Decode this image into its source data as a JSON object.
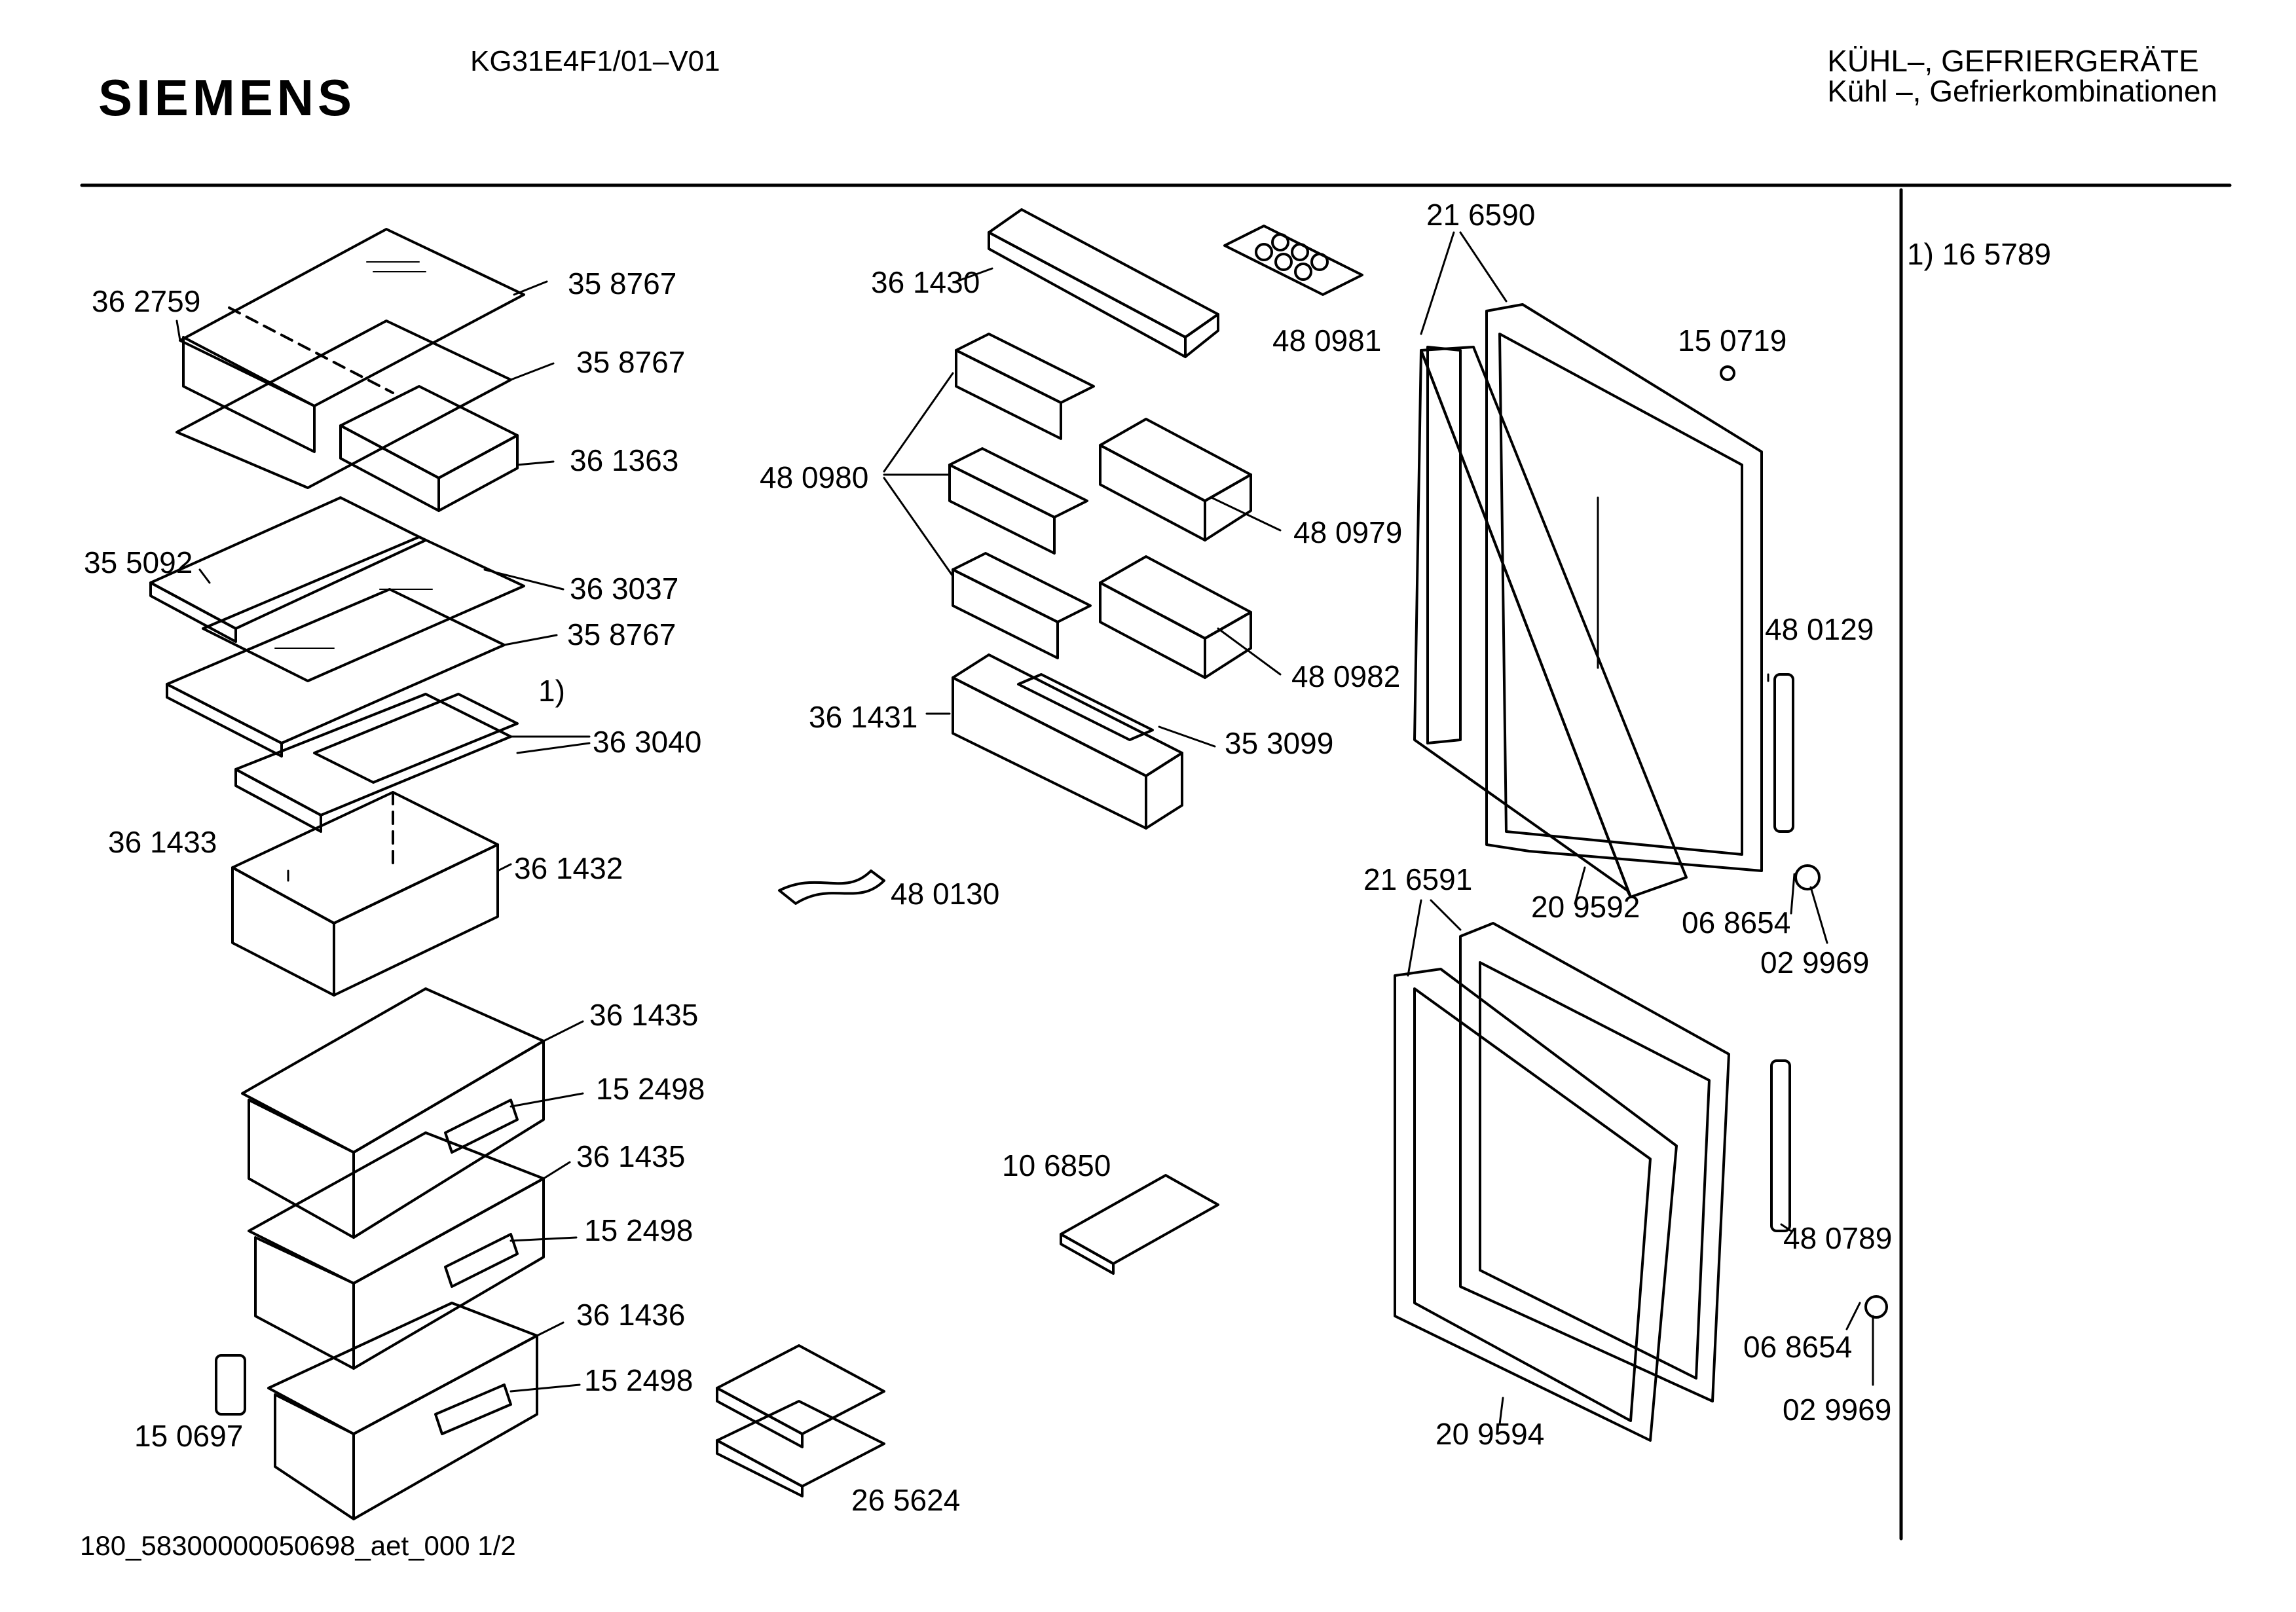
{
  "header": {
    "brand": "SIEMENS",
    "model": "KG31E4F1/01–V01",
    "category_line1": "KÜHL–, GEFRIERGERÄTE",
    "category_line2": "Kühl –, Gefrierkombinationen"
  },
  "footnote": "1)  16 5789",
  "footer": "180_58300000050698_aet_000 1/2",
  "parts": {
    "p362759": "36 2759",
    "p358767_a": "35 8767",
    "p358767_b": "35 8767",
    "p361363": "36 1363",
    "p355092": "35 5092",
    "p363037": "36 3037",
    "p358767_c": "35 8767",
    "p1": "1)",
    "p363040": "36 3040",
    "p361433": "36 1433",
    "p361432": "36 1432",
    "p361435_a": "36 1435",
    "p152498_a": "15 2498",
    "p361435_b": "36 1435",
    "p152498_b": "15 2498",
    "p361436": "36 1436",
    "p152498_c": "15 2498",
    "p150697": "15 0697",
    "p361430": "36 1430",
    "p480981": "48 0981",
    "p480980": "48 0980",
    "p480979": "48 0979",
    "p480982": "48 0982",
    "p361431": "36 1431",
    "p353099": "35 3099",
    "p480130": "48 0130",
    "p106850": "10 6850",
    "p265624": "26 5624",
    "p216590": "21 6590",
    "p150719": "15 0719",
    "p480129": "48 0129",
    "p209592": "20 9592",
    "p068654_a": "06 8654",
    "p029969_a": "02 9969",
    "p216591": "21 6591",
    "p480789": "48 0789",
    "p068654_b": "06 8654",
    "p029969_b": "02 9969",
    "p209594": "20 9594"
  }
}
